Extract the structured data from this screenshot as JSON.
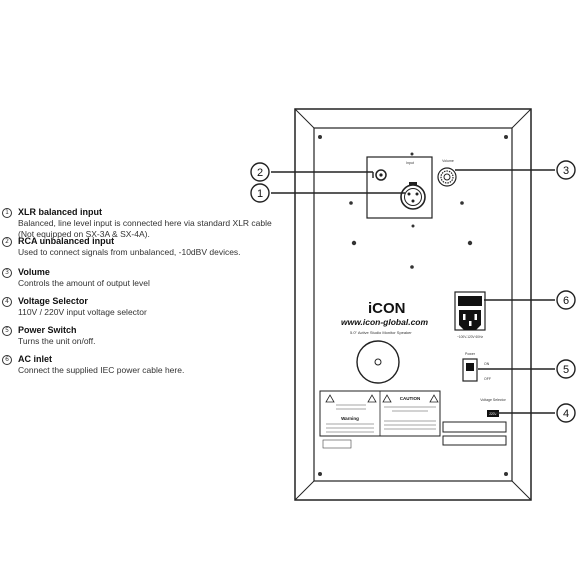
{
  "legend": {
    "items": [
      {
        "num": "1",
        "title": "XLR balanced input",
        "desc": [
          "Balanced, line level input is connected here via standard XLR cable",
          "(Not equipped on SX-3A & SX-4A)."
        ]
      },
      {
        "num": "2",
        "title": "RCA unbalanced input",
        "desc": [
          "Used to connect signals from unbalanced, -10dBV devices."
        ]
      },
      {
        "num": "3",
        "title": "Volume",
        "desc": [
          "Controls the amount of output level"
        ]
      },
      {
        "num": "4",
        "title": "Voltage Selector",
        "desc": [
          "110V / 220V input voltage selector"
        ]
      },
      {
        "num": "5",
        "title": "Power Switch",
        "desc": [
          "Turns the unit on/off."
        ]
      },
      {
        "num": "6",
        "title": "AC inlet",
        "desc": [
          "Connect the supplied IEC power cable here."
        ]
      }
    ]
  },
  "panel": {
    "brand": "iCON",
    "website": "www.icon-global.com",
    "model_line": "5.0\" Active Studio Monitor Speaker",
    "warning_label": "Warning",
    "caution_label": "CAUTION",
    "power_label": "Power",
    "on_label": "ON",
    "off_label": "OFF",
    "voltage_label": "Voltage Selector",
    "voltage_value": "220V",
    "ac_label": "~100V-120V 60Hz",
    "volume_label": "Volume",
    "input_label": "Input"
  },
  "callouts": [
    "1",
    "2",
    "3",
    "4",
    "5",
    "6"
  ]
}
